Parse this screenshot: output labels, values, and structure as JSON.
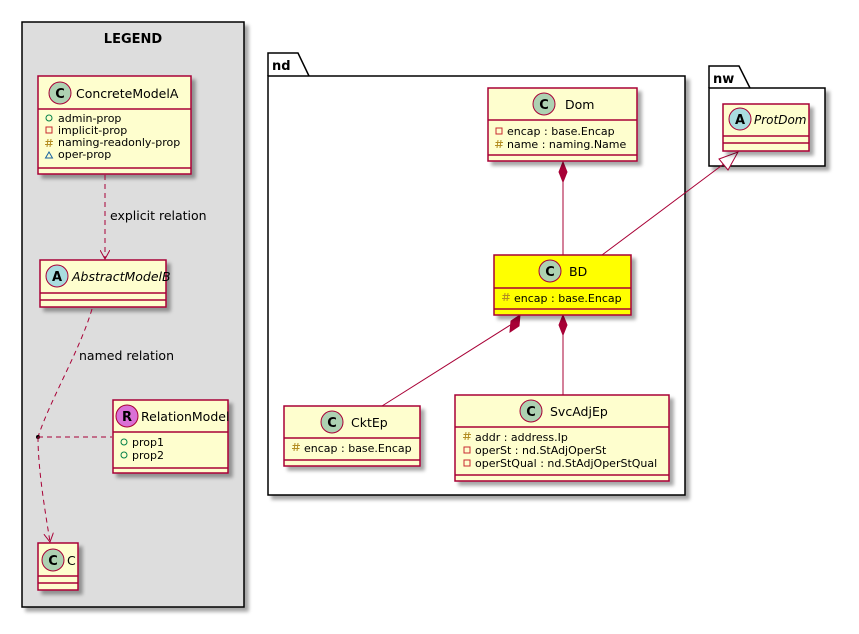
{
  "legend": {
    "title": "LEGEND",
    "concrete_model": {
      "stereotype_letter": "C",
      "name": "ConcreteModelA",
      "attributes": [
        {
          "visibility": "+",
          "text": "admin-prop"
        },
        {
          "visibility": "-",
          "text": "implicit-prop"
        },
        {
          "visibility": "#",
          "text": "naming-readonly-prop"
        },
        {
          "visibility": "~",
          "text": "oper-prop"
        }
      ]
    },
    "abstract_model": {
      "stereotype_letter": "A",
      "name": "AbstractModelB"
    },
    "relation_model": {
      "stereotype_letter": "R",
      "name": "RelationModel",
      "attributes": [
        {
          "visibility": "+",
          "text": "prop1"
        },
        {
          "visibility": "+",
          "text": "prop2"
        }
      ]
    },
    "c_model": {
      "stereotype_letter": "C",
      "name": "C"
    },
    "explicit_relation_label": "explicit relation",
    "named_relation_label": "named relation"
  },
  "packages": {
    "nd": {
      "name": "nd",
      "classes": {
        "dom": {
          "stereotype_letter": "C",
          "name": "Dom",
          "attributes": [
            {
              "visibility": "-",
              "text": "encap : base.Encap"
            },
            {
              "visibility": "#",
              "text": "name : naming.Name"
            }
          ]
        },
        "bd": {
          "stereotype_letter": "C",
          "name": "BD",
          "attributes": [
            {
              "visibility": "#",
              "text": "encap : base.Encap"
            }
          ]
        },
        "cktep": {
          "stereotype_letter": "C",
          "name": "CktEp",
          "attributes": [
            {
              "visibility": "#",
              "text": "encap : base.Encap"
            }
          ]
        },
        "svcadjep": {
          "stereotype_letter": "C",
          "name": "SvcAdjEp",
          "attributes": [
            {
              "visibility": "#",
              "text": "addr : address.Ip"
            },
            {
              "visibility": "-",
              "text": "operSt : nd.StAdjOperSt"
            },
            {
              "visibility": "-",
              "text": "operStQual : nd.StAdjOperStQual"
            }
          ]
        }
      }
    },
    "nw": {
      "name": "nw",
      "classes": {
        "protdom": {
          "stereotype_letter": "A",
          "name": "ProtDom"
        }
      }
    }
  },
  "colors": {
    "class_fill": "#FEFECE",
    "class_border": "#A80036",
    "highlight_fill": "#FFFF00",
    "legend_bg": "#DDDDDD",
    "circle_class": "#ADD1B2",
    "circle_abstract": "#A9DCDF",
    "circle_relation": "#DA70D6",
    "vis_public": "#038048",
    "vis_private": "#C82930",
    "vis_protected": "#B38D22",
    "vis_package": "#1963A0"
  }
}
